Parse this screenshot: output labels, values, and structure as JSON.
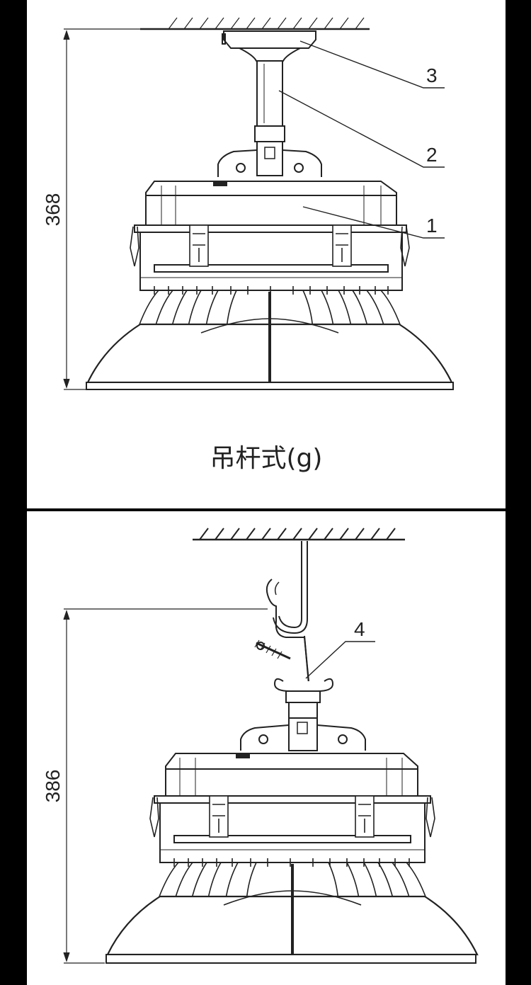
{
  "top": {
    "dimension": "368",
    "callouts": [
      "3",
      "2",
      "1"
    ],
    "caption": "吊杆式(g)"
  },
  "bottom": {
    "dimension": "386",
    "callouts": [
      "4"
    ]
  },
  "colors": {
    "line": "#222222",
    "background": "#ffffff",
    "frame": "#000000"
  }
}
